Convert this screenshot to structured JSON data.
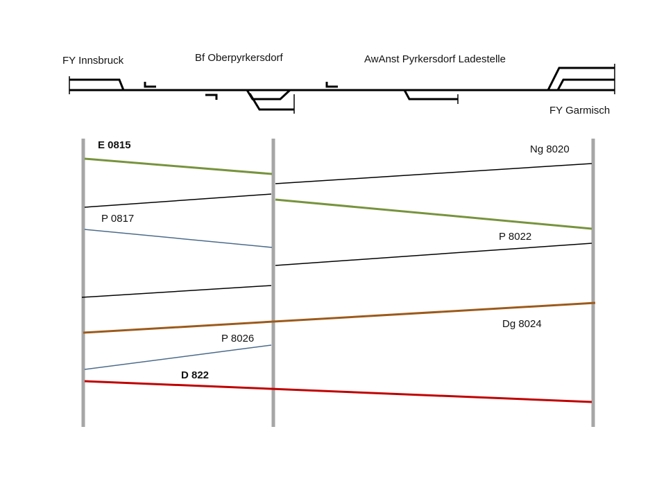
{
  "stations": {
    "fy_innsbruck": "FY Innsbruck",
    "bf_oberpyrkersdorf": "Bf Oberpyrkersdorf",
    "awanst": "AwAnst Pyrkersdorf Ladestelle",
    "fy_garmisch": "FY Garmisch"
  },
  "trains": {
    "e0815": "E 0815",
    "ng8020": "Ng 8020",
    "p0817": "P 0817",
    "p8022": "P 8022",
    "dg8024": "Dg 8024",
    "p8026": "P 8026",
    "d822": "D 822"
  },
  "colors": {
    "e0815": "#77933c",
    "p0817": "#4a6a8a",
    "dg8024": "#9c5a1a",
    "d822": "#c00000",
    "black": "#000000",
    "post": "#a6a6a6"
  }
}
